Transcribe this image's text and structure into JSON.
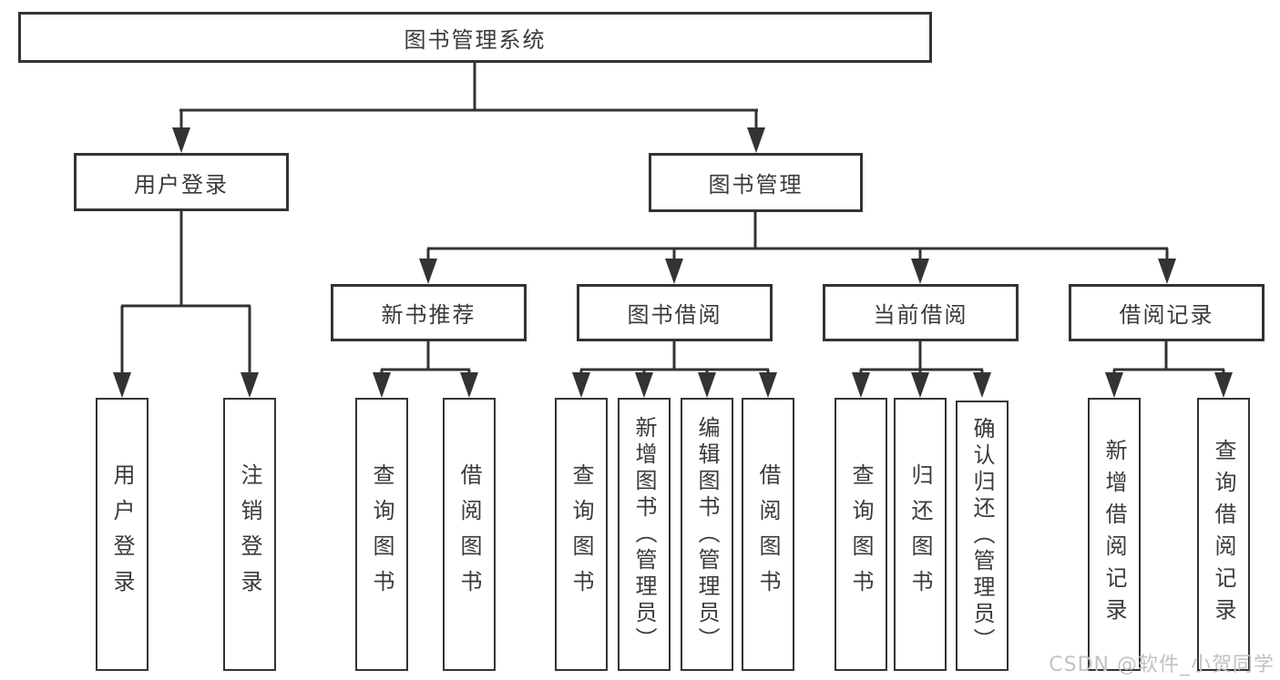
{
  "diagram": {
    "title": "图书管理系统",
    "line_color": "#333333",
    "box_border_color": "#333333",
    "text_color": "#3a3a3a",
    "level2": {
      "user_login": {
        "label": "用户登录"
      },
      "book_management": {
        "label": "图书管理"
      }
    },
    "level3": {
      "new_book_recommend": {
        "label": "新书推荐"
      },
      "book_borrow": {
        "label": "图书借阅"
      },
      "current_borrow": {
        "label": "当前借阅"
      },
      "borrow_records": {
        "label": "借阅记录"
      }
    },
    "leaves": {
      "user_login": {
        "label": "用户登录"
      },
      "logout": {
        "label": "注销登录"
      },
      "recommend_query_book": {
        "label": "查询图书"
      },
      "recommend_borrow_book": {
        "label": "借阅图书"
      },
      "borrow_query_book": {
        "label": "查询图书"
      },
      "borrow_add_book": {
        "label": "新增图书（管理员）"
      },
      "borrow_edit_book": {
        "label": "编辑图书（管理员）"
      },
      "borrow_borrow_book": {
        "label": "借阅图书"
      },
      "current_query_book": {
        "label": "查询图书"
      },
      "current_return_book": {
        "label": "归还图书"
      },
      "current_confirm_return": {
        "label": "确认归还（管理员）"
      },
      "records_add_record": {
        "label": "新增借阅记录"
      },
      "records_query_record": {
        "label": "查询借阅记录"
      }
    }
  },
  "watermark": {
    "text": "CSDN @软件_小贺同学",
    "color": "#c2c2c2"
  }
}
